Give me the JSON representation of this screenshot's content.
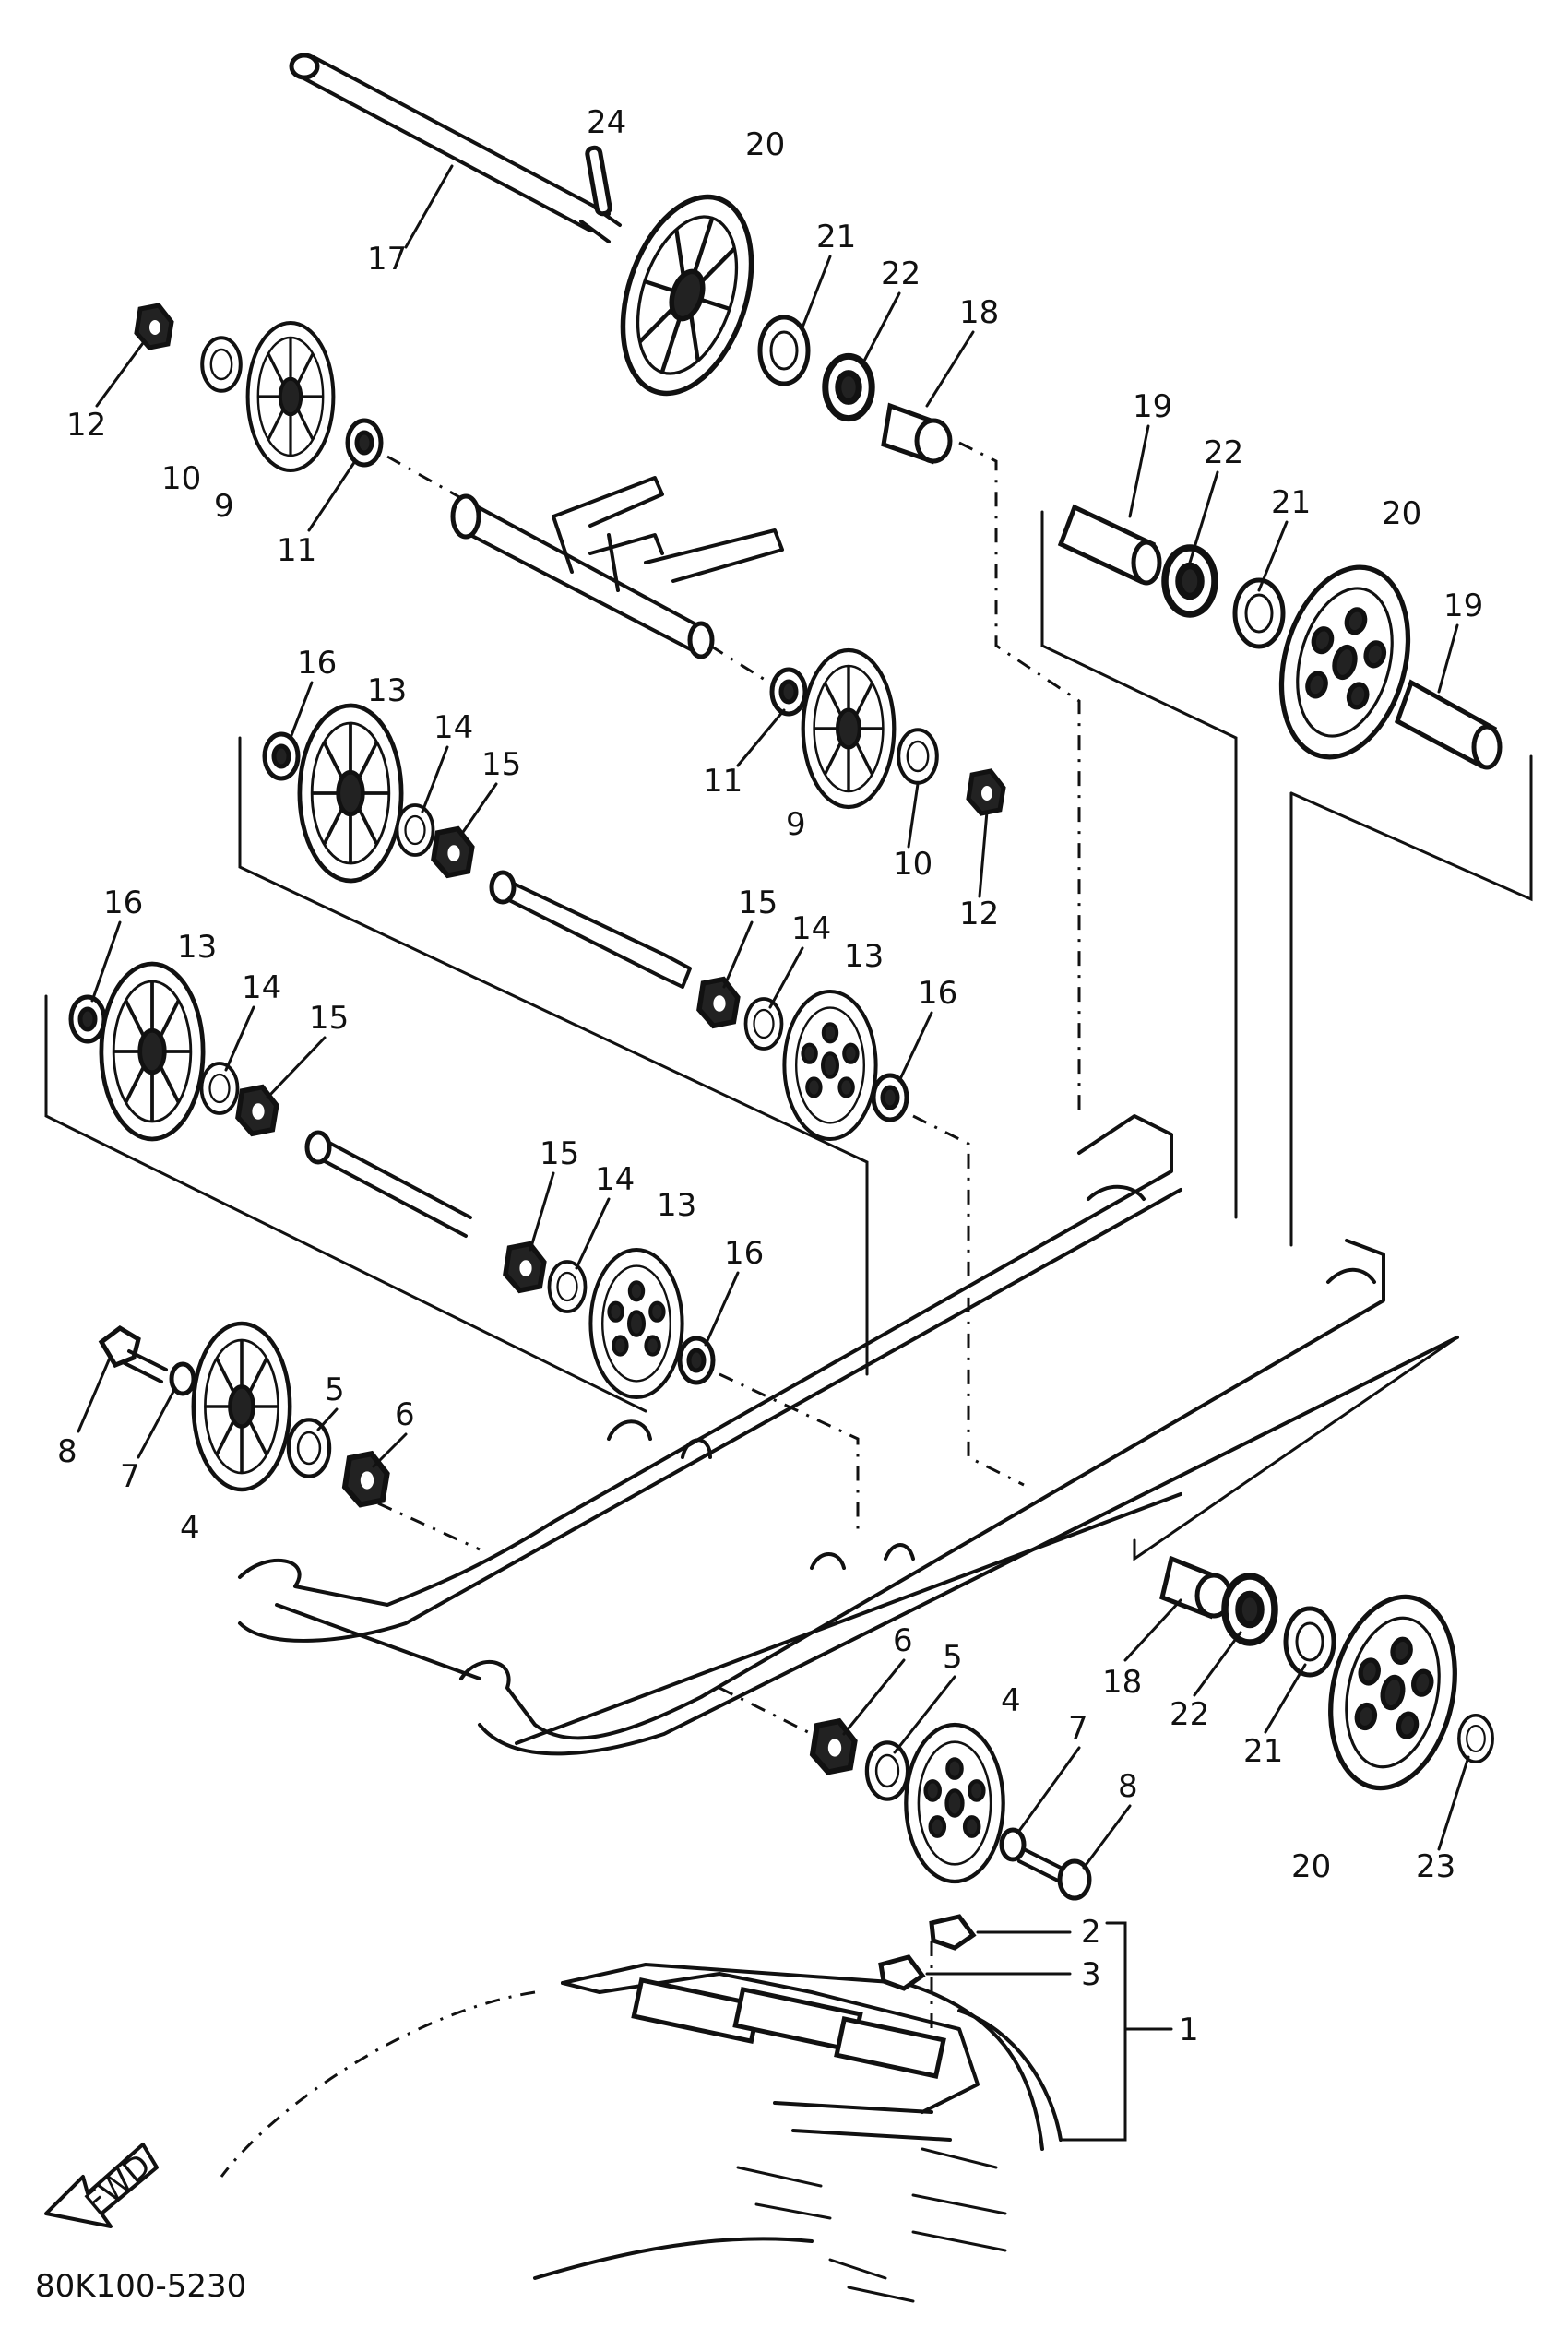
{
  "diagram": {
    "code": "80K100-5230",
    "fwd_label": "FWD",
    "labels": {
      "p1": "1",
      "p2": "2",
      "p3": "3",
      "p4": "4",
      "p5": "5",
      "p6": "6",
      "p7": "7",
      "p8": "8",
      "p9": "9",
      "p10": "10",
      "p11": "11",
      "p12": "12",
      "p13": "13",
      "p14": "14",
      "p15": "15",
      "p16": "16",
      "p17": "17",
      "p18": "18",
      "p19": "19",
      "p20": "20",
      "p21": "21",
      "p22": "22",
      "p23": "23",
      "p24": "24"
    }
  }
}
